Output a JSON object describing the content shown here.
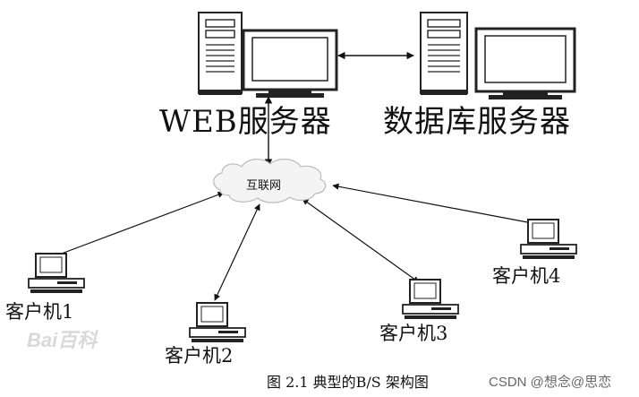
{
  "labels": {
    "web_server": "WEB服务器",
    "db_server": "数据库服务器",
    "internet": "互联网",
    "client1": "客户机1",
    "client2": "客户机2",
    "client3": "客户机3",
    "client4": "客户机4"
  },
  "caption": "图 2.1 典型的B/S 架构图",
  "watermark": "CSDN @想念@思恋",
  "baidu_watermark": "Bai百科",
  "colors": {
    "line": "#111111",
    "stroke": "#222222",
    "screen": "#ffffff"
  }
}
